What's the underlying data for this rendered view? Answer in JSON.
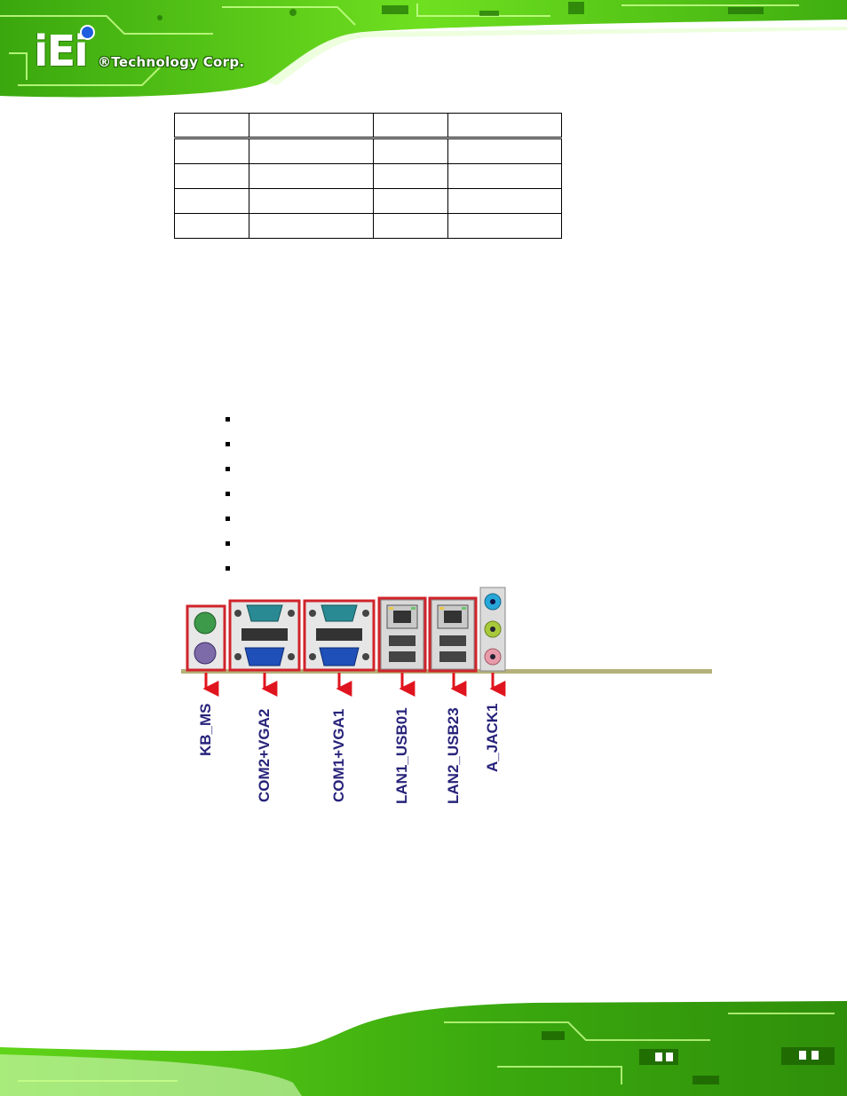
{
  "header": {
    "logo_mark": "iEi",
    "logo_subtitle": "®Technology Corp."
  },
  "table": {
    "rows": [
      [
        "",
        "",
        "",
        ""
      ],
      [
        "",
        "",
        "",
        ""
      ],
      [
        "",
        "",
        "",
        ""
      ],
      [
        "",
        "",
        "",
        ""
      ],
      [
        "",
        "",
        "",
        ""
      ]
    ]
  },
  "bullets": [
    "",
    "",
    "",
    "",
    "",
    "",
    ""
  ],
  "connectors": [
    "KB_MS",
    "COM2+VGA2",
    "COM1+VGA1",
    "LAN1_USB01",
    "LAN2_USB23",
    "A_JACK1"
  ],
  "colors": {
    "banner_green": "#6ee01a",
    "highlight_red": "#d0242b",
    "arrow_red": "#e0141e",
    "label_navy": "#27237a",
    "vga_blue": "#1f4fb8",
    "com_teal": "#2a8a93",
    "ps2_green": "#3c9a4a",
    "ps2_purple": "#7d6aa8",
    "jack_blue": "#27a7d8",
    "jack_lime": "#a8c93a",
    "jack_pink": "#e79aa8"
  }
}
